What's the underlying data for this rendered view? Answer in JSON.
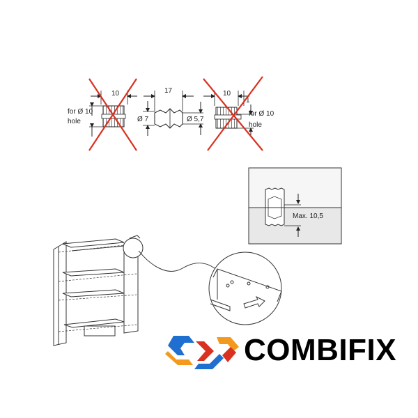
{
  "dimensions": {
    "left_width": "10",
    "connector_length": "17",
    "right_width": "10",
    "right_small": "1",
    "dia_7": "Ø 7",
    "dia_57": "Ø 5,7",
    "max_depth": "Max. 10,5"
  },
  "labels": {
    "left_hole_line1": "for Ø 10",
    "left_hole_line2": "hole",
    "right_hole_line1": "for Ø 10",
    "right_hole_line2": "hole"
  },
  "brand": {
    "name": "COMBIFIX",
    "colors": {
      "blue": "#1f6fd1",
      "orange": "#f39a1e",
      "red": "#d9301f"
    }
  },
  "icons": [
    "cross-mark-icon",
    "combifix-logo-icon"
  ]
}
